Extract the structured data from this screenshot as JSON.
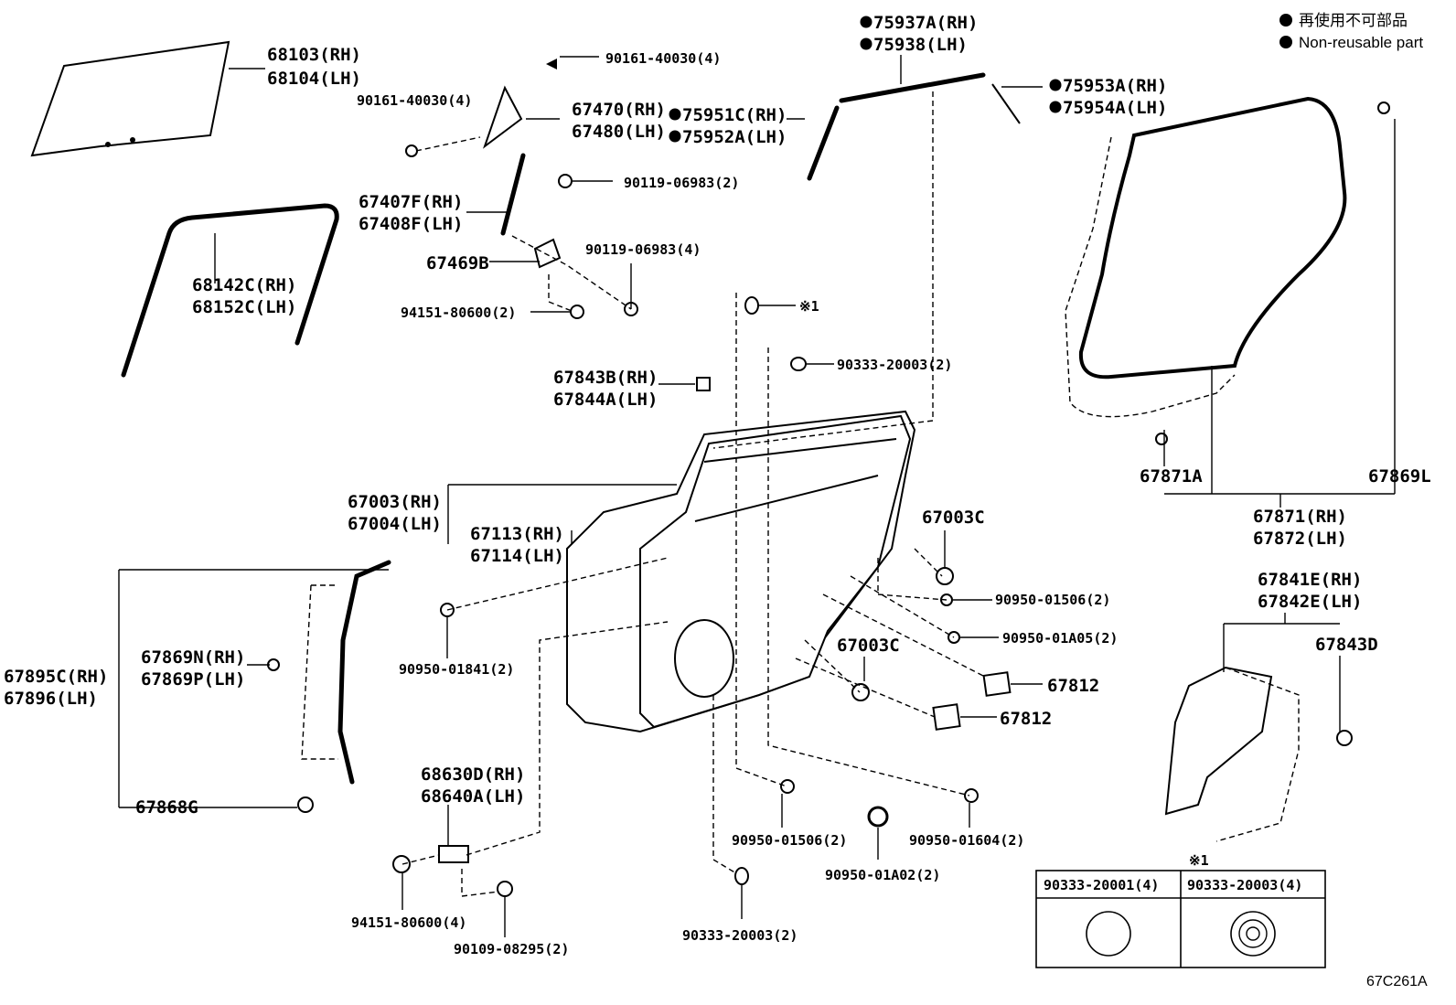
{
  "legend": {
    "jp_text": "再使用不可部品",
    "en_text": "Non-reusable part"
  },
  "labels": {
    "l68103": "68103(RH)",
    "l68104": "68104(LH)",
    "l90161a": "90161-40030(4)",
    "l90161b": "90161-40030(4)",
    "l67470": "67470(RH)",
    "l67480": "67480(LH)",
    "l75951": "75951C(RH)",
    "l75952": "75952A(LH)",
    "l75937": "75937A(RH)",
    "l75938": "75938(LH)",
    "l75953": "75953A(RH)",
    "l75954": "75954A(LH)",
    "l90119a": "90119-06983(2)",
    "l67407": "67407F(RH)",
    "l67408": "67408F(LH)",
    "l90119b": "90119-06983(4)",
    "l67469": "67469B",
    "l68142": "68142C(RH)",
    "l68152": "68152C(LH)",
    "l94151a": "94151-80600(2)",
    "l_note1": "※1",
    "l90333a": "90333-20003(2)",
    "l67843B": "67843B(RH)",
    "l67844A": "67844A(LH)",
    "l67003": "67003(RH)",
    "l67004": "67004(LH)",
    "l67113": "67113(RH)",
    "l67114": "67114(LH)",
    "l67003Ca": "67003C",
    "l90950_01506a": "90950-01506(2)",
    "l90950_01A05": "90950-01A05(2)",
    "l67003Cb": "67003C",
    "l67812a": "67812",
    "l67812b": "67812",
    "l90950_01841": "90950-01841(2)",
    "l67871A": "67871A",
    "l67869L": "67869L",
    "l67871": "67871(RH)",
    "l67872": "67872(LH)",
    "l67841E": "67841E(RH)",
    "l67842E": "67842E(LH)",
    "l67843D": "67843D",
    "l67895C": "67895C(RH)",
    "l67896": "67896(LH)",
    "l67869N": "67869N(RH)",
    "l67869P": "67869P(LH)",
    "l67868G": "67868G",
    "l68630D": "68630D(RH)",
    "l68640A": "68640A(LH)",
    "l94151b": "94151-80600(4)",
    "l90109": "90109-08295(2)",
    "l90950_01506b": "90950-01506(2)",
    "l90950_01A02": "90950-01A02(2)",
    "l90950_01604": "90950-01604(2)",
    "l90333b": "90333-20003(2)"
  },
  "table": {
    "note": "※1",
    "col1_header": "90333-20001(4)",
    "col2_header": "90333-20003(4)"
  },
  "figure_code": "67C261A"
}
